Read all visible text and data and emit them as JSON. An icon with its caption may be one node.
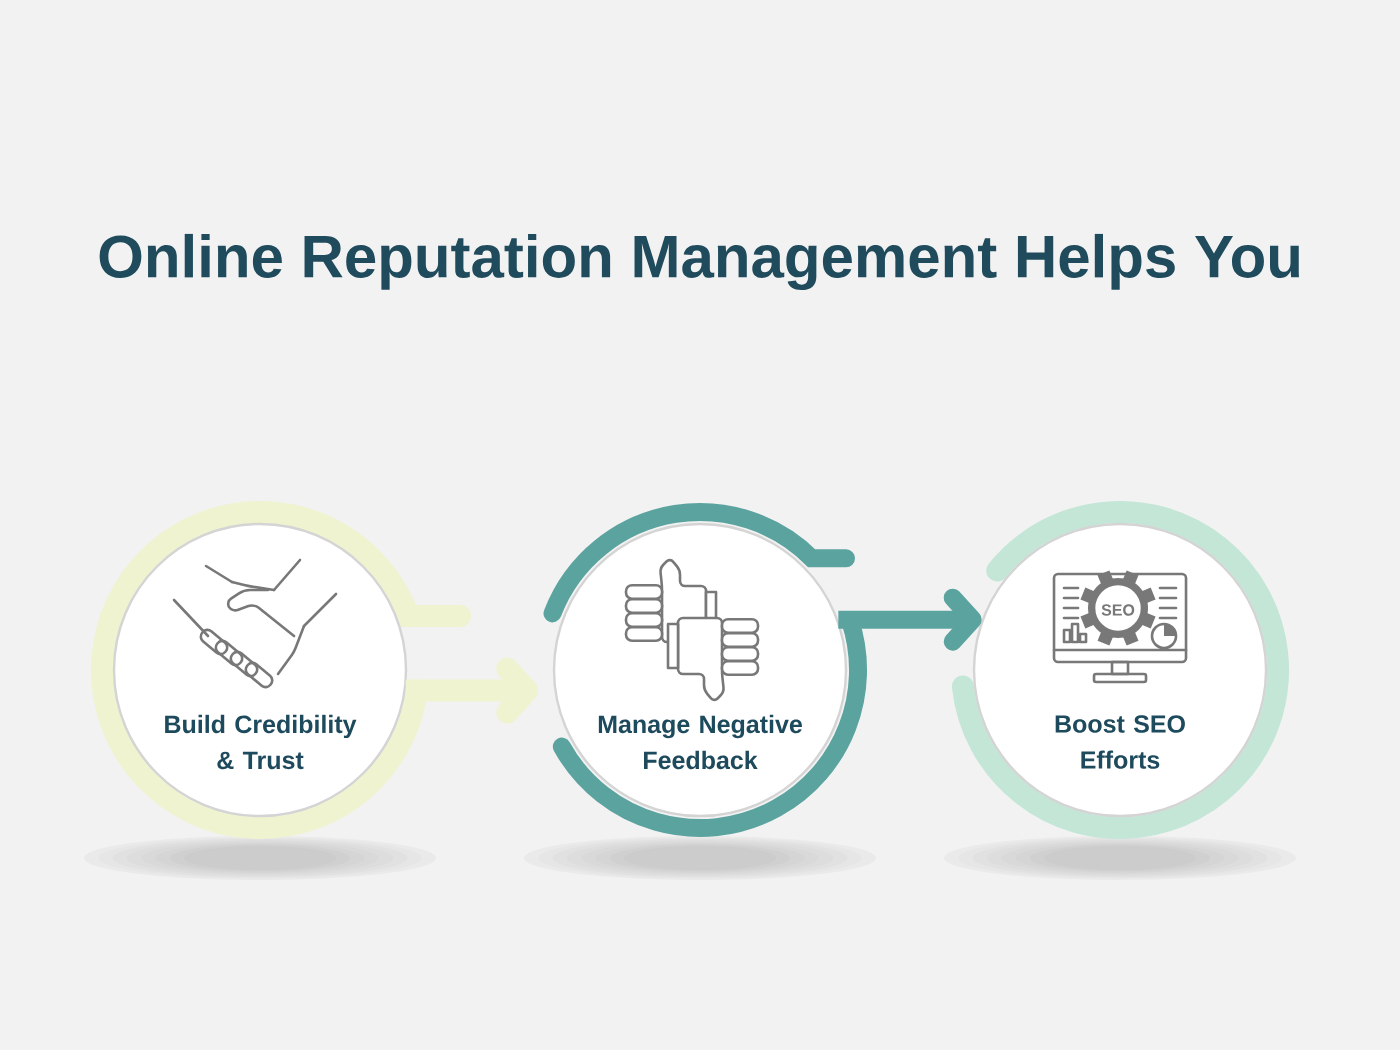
{
  "diagram": {
    "title": "Online Reputation Management Helps You",
    "nodes": [
      {
        "text": [
          "Build Credibility & Trust"
        ]
      },
      {
        "text": [
          "Manage Negative Feedback"
        ]
      },
      {
        "text": [
          "Boost SEO Efforts"
        ]
      }
    ],
    "edges": [
      {
        "from": 0,
        "to": 1,
        "arrow": "to",
        "color": "#eff3cf"
      },
      {
        "from": 1,
        "to": 2,
        "arrow": "to",
        "color": "#5ba39f"
      }
    ],
    "labels": [
      "SEO"
    ]
  }
}
